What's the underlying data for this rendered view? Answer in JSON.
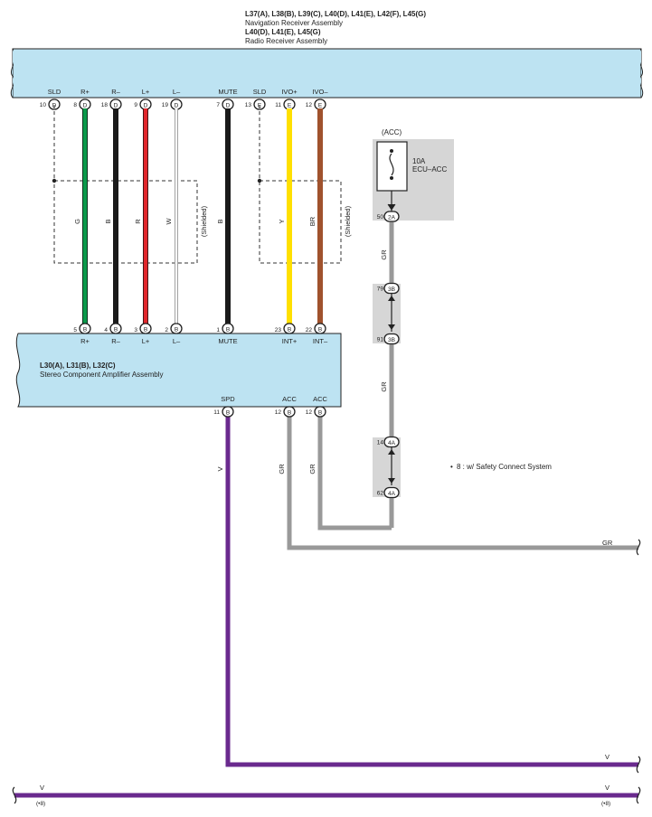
{
  "radio_header": {
    "line1": "L37(A), L38(B), L39(C), L40(D), L41(E), L42(F), L45(G)",
    "line2": "Navigation Receiver Assembly",
    "line3": "L40(D), L41(E), L45(G)",
    "line4": "Radio Receiver Assembly"
  },
  "radio_pins": [
    {
      "num": "10",
      "conn": "D",
      "label": "SLD"
    },
    {
      "num": "8",
      "conn": "D",
      "label": "R+"
    },
    {
      "num": "18",
      "conn": "D",
      "label": "R–"
    },
    {
      "num": "9",
      "conn": "D",
      "label": "L+"
    },
    {
      "num": "19",
      "conn": "D",
      "label": "L–"
    },
    {
      "num": "7",
      "conn": "D",
      "label": "MUTE"
    },
    {
      "num": "13",
      "conn": "E",
      "label": "SLD"
    },
    {
      "num": "11",
      "conn": "E",
      "label": "IVO+"
    },
    {
      "num": "12",
      "conn": "E",
      "label": "IVO–"
    }
  ],
  "amp_header": {
    "line1": "L30(A), L31(B), L32(C)",
    "line2": "Stereo Component Amplifier Assembly"
  },
  "amp_top_pins": [
    {
      "num": "5",
      "conn": "B",
      "label": "R+"
    },
    {
      "num": "4",
      "conn": "B",
      "label": "R–"
    },
    {
      "num": "3",
      "conn": "B",
      "label": "L+"
    },
    {
      "num": "2",
      "conn": "B",
      "label": "L–"
    },
    {
      "num": "1",
      "conn": "B",
      "label": "MUTE"
    },
    {
      "num": "23",
      "conn": "B",
      "label": "INT+"
    },
    {
      "num": "22",
      "conn": "B",
      "label": "INT–"
    }
  ],
  "amp_bottom_pins": [
    {
      "num": "11",
      "conn": "B",
      "label": "SPD"
    },
    {
      "num": "12",
      "conn": "B",
      "label": "ACC"
    },
    {
      "num": "12",
      "conn": "B",
      "label": "ACC"
    }
  ],
  "wire_colors": {
    "G": "#0a9a4a",
    "B": "#1a1a1a",
    "R": "#e0262b",
    "W": "#ffffff",
    "Y": "#ffe000",
    "BR": "#a0522d",
    "GR": "#999999",
    "V": "#6a2a8e",
    "shield": "#333333",
    "connector_box": "#bde3f2",
    "junction_bg": "#d6d6d6"
  },
  "wire_labels": {
    "g": "G",
    "b1": "B",
    "r": "R",
    "w": "W",
    "b2": "B",
    "y": "Y",
    "br": "BR",
    "shielded": "(Shielded)",
    "gr1": "GR",
    "gr2": "GR",
    "gr3": "GR",
    "gr4": "GR",
    "gr5": "GR",
    "v1": "V",
    "v2": "V",
    "v3": "V",
    "v4": "V"
  },
  "fuse": {
    "acc_label": "(ACC)",
    "rating": "10A",
    "name": "ECU–ACC",
    "pin_num": "50",
    "pin_conn": "2A"
  },
  "junctions": [
    {
      "top_num": "79",
      "top_conn": "3B",
      "bottom_num": "91",
      "bottom_conn": "3B"
    },
    {
      "top_num": "14",
      "top_conn": "4A",
      "bottom_num": "62",
      "bottom_conn": "4A"
    }
  ],
  "legend": {
    "bullet": "•",
    "text": "8 : w/ Safety Connect System"
  },
  "bottom_note": {
    "left": "(•8)",
    "right": "(•8)"
  }
}
